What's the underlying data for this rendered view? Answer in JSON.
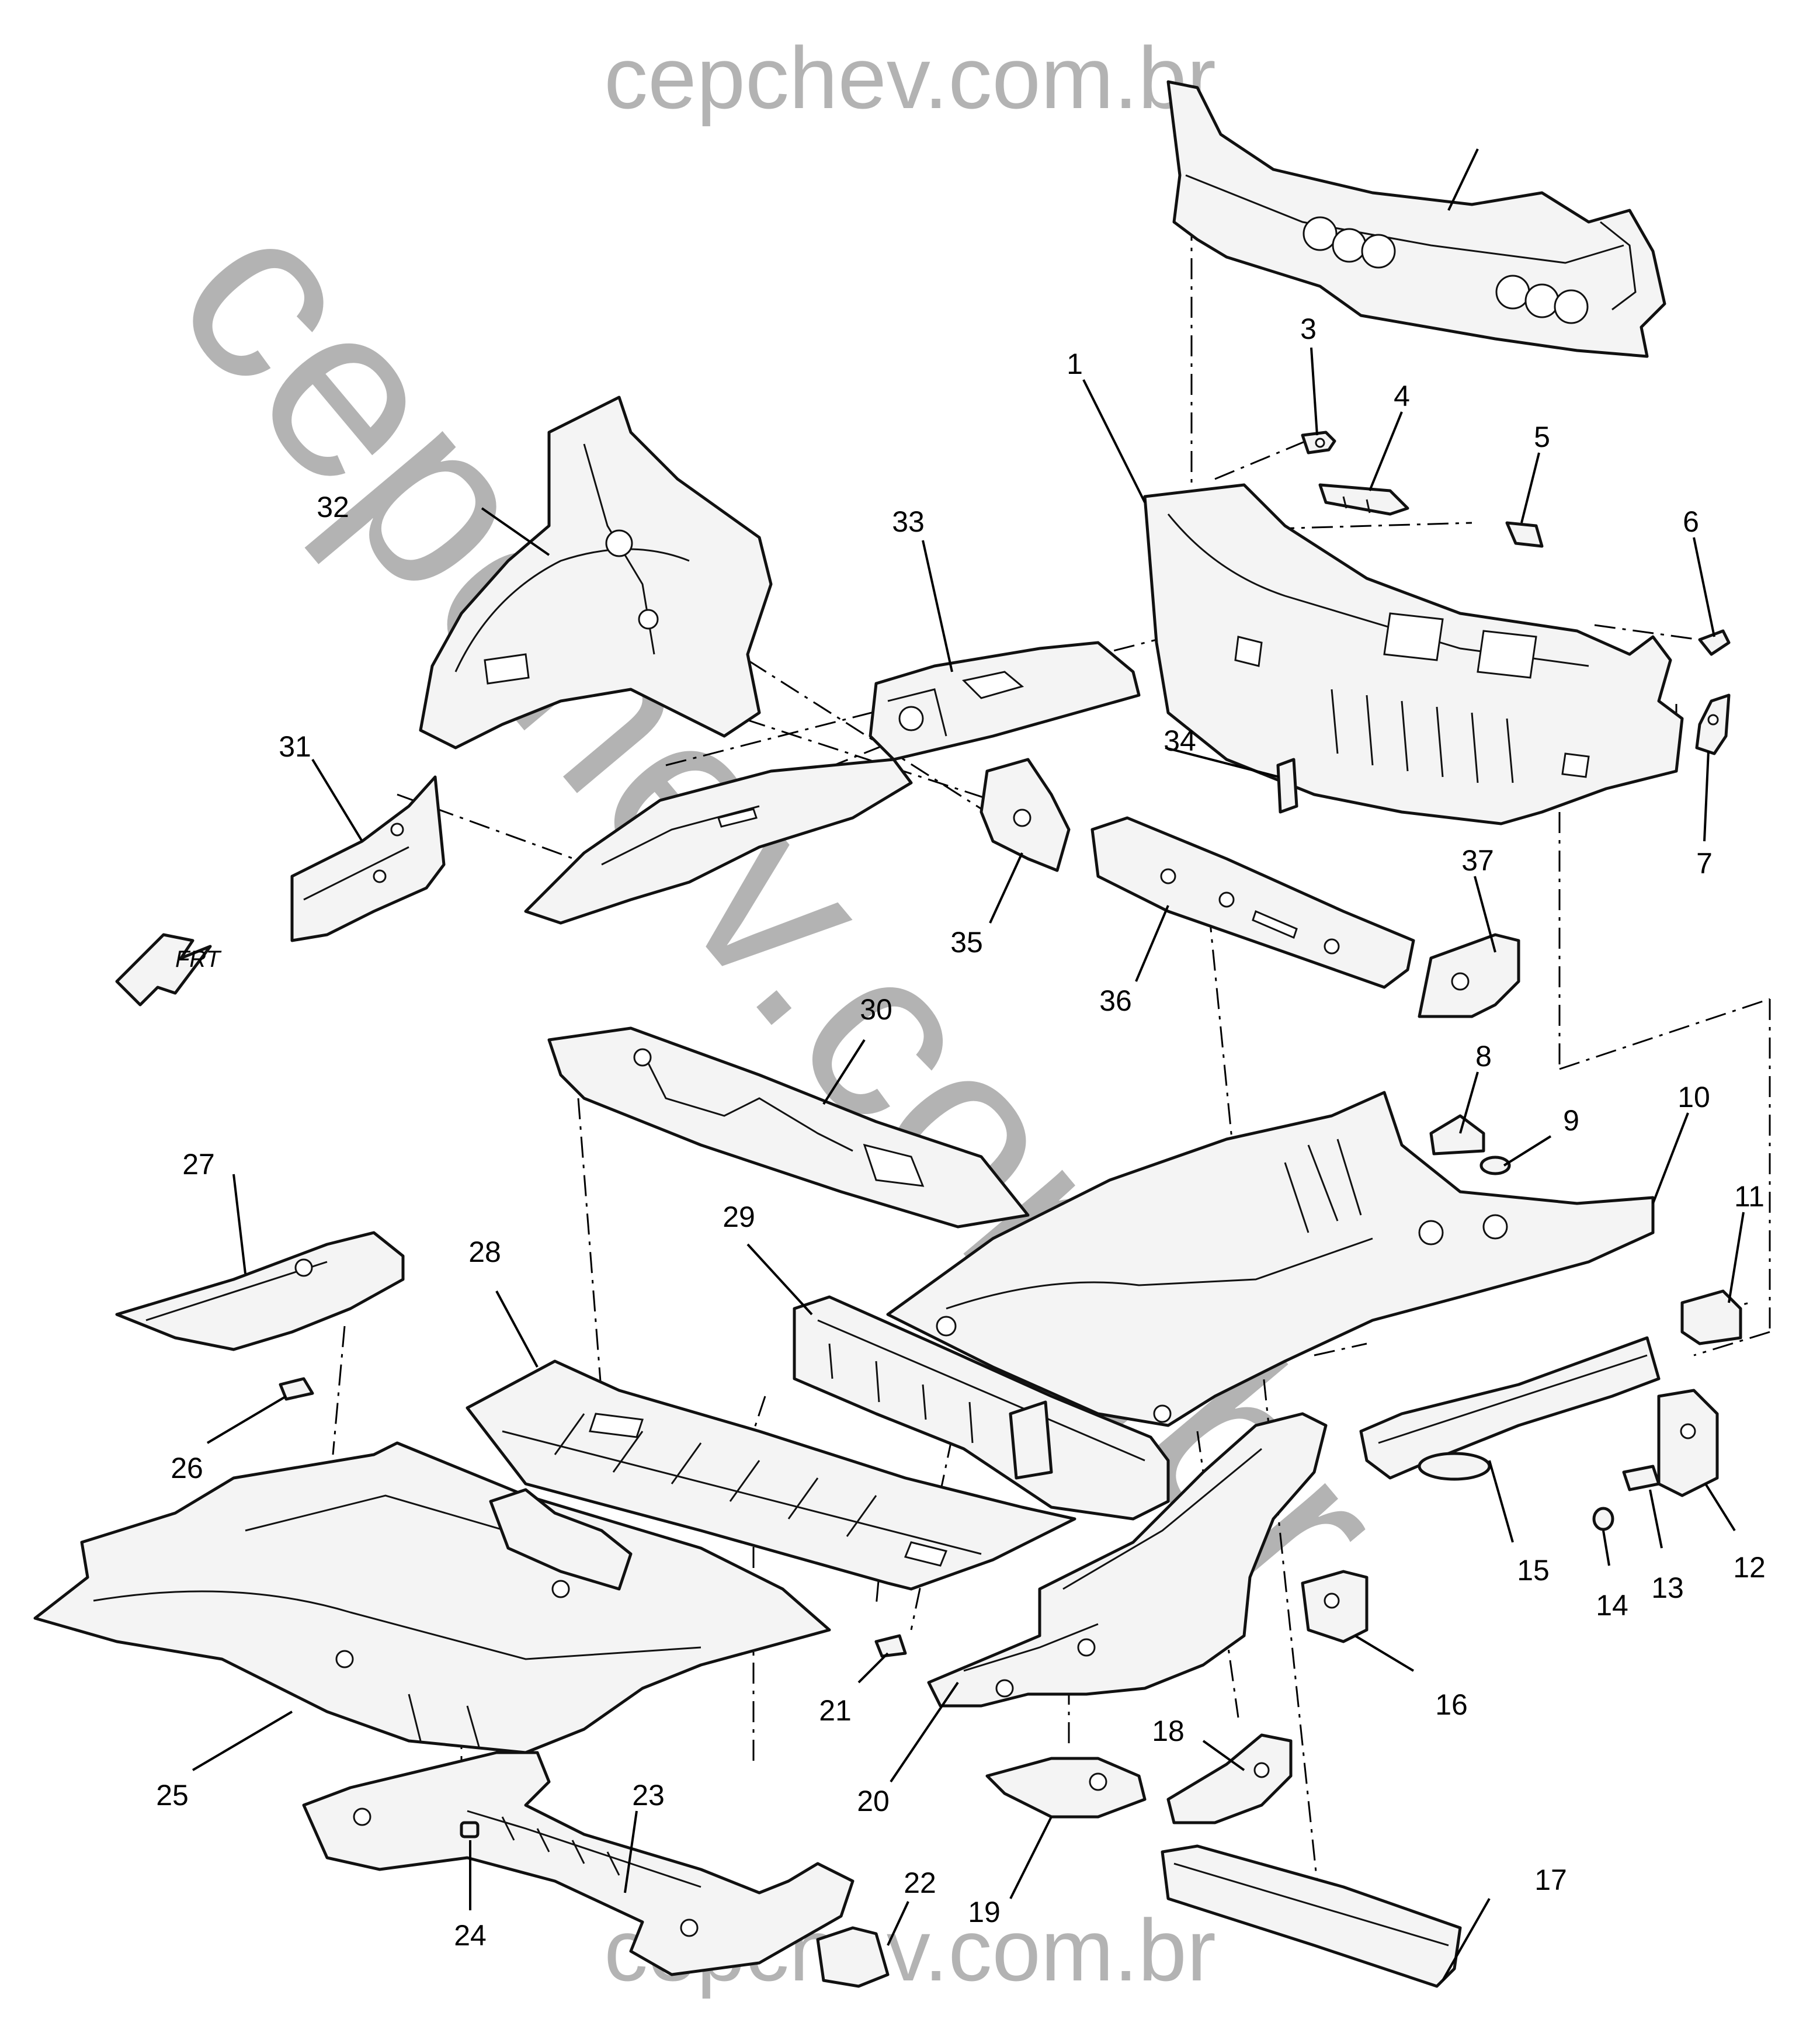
{
  "watermark": {
    "top_text": "cepchev.com.br",
    "diagonal_text": "cepchev.com.br",
    "bottom_text": "cepchev.com.br",
    "color": "#9a9a9a"
  },
  "direction_indicator": {
    "label": "FRT"
  },
  "callouts": {
    "c1": "1",
    "c3": "3",
    "c4": "4",
    "c5": "5",
    "c6": "6",
    "c7": "7",
    "c8": "8",
    "c9": "9",
    "c10": "10",
    "c11": "11",
    "c12": "12",
    "c13": "13",
    "c14": "14",
    "c15": "15",
    "c16": "16",
    "c17": "17",
    "c18": "18",
    "c19": "19",
    "c20": "20",
    "c21": "21",
    "c22": "22",
    "c23": "23",
    "c24": "24",
    "c25": "25",
    "c26": "26",
    "c27": "27",
    "c28": "28",
    "c29": "29",
    "c30": "30",
    "c31": "31",
    "c32": "32",
    "c33": "33",
    "c34": "34",
    "c35": "35",
    "c36": "36",
    "c37": "37"
  }
}
